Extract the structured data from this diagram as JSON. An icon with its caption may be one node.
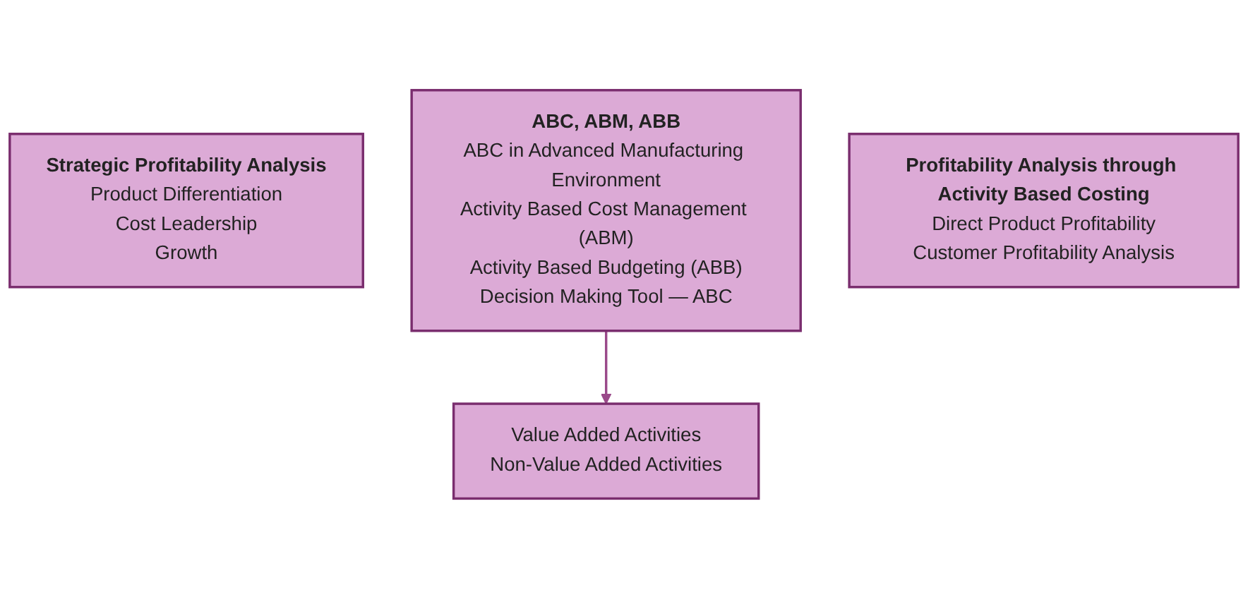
{
  "diagram": {
    "nodes": [
      {
        "text": [
          "Strategic Profitability Analysis",
          "Product Differentiation",
          "Cost Leadership",
          "Growth"
        ]
      },
      {
        "text": [
          "ABC, ABM, ABB",
          "ABC in Advanced Manufacturing Environment",
          "Activity Based Cost Management (ABM)",
          "Activity Based Budgeting (ABB)",
          "Decision Making Tool — ABC"
        ]
      },
      {
        "text": [
          "Profitability Analysis through Activity Based Costing",
          "Direct Product Profitability",
          "Customer Profitability Analysis"
        ]
      },
      {
        "text": [
          "Value Added Activities",
          "Non-Value Added Activities"
        ]
      }
    ],
    "edges": [
      {
        "from": 1,
        "to": 3,
        "arrow": "to"
      }
    ]
  }
}
